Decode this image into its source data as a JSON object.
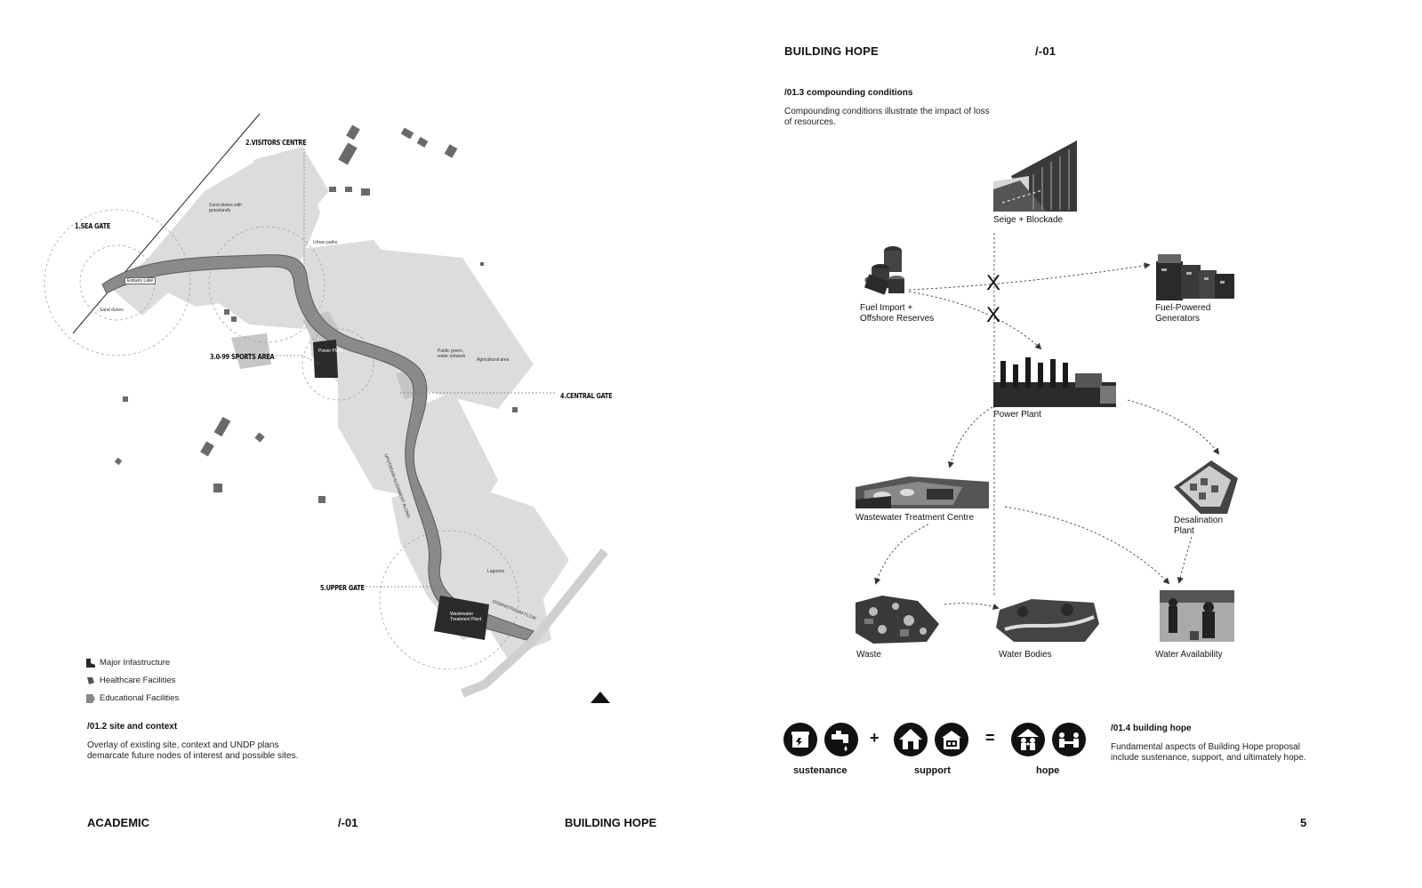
{
  "right_header": {
    "title": "BUILDING HOPE",
    "code": "/-01"
  },
  "section_013": {
    "title": "/01.3 compounding conditions",
    "desc_line1": "Compounding conditions illustrate the impact of loss",
    "desc_line2": "of resources."
  },
  "nodes": {
    "siege": "Seige + Blockade",
    "fuel_l1": "Fuel Import +",
    "fuel_l2": "Offshore Reserves",
    "generators_l1": "Fuel-Powered",
    "generators_l2": "Generators",
    "power": "Power Plant",
    "wastewater": "Wastewater Treatment Centre",
    "desal_l1": "Desalination",
    "desal_l2": "Plant",
    "waste": "Waste",
    "water_bodies": "Water Bodies",
    "water_avail": "Water Availability",
    "cross_mark": "X"
  },
  "map": {
    "gate1": "1.SEA GATE",
    "gate2": "2.VISITORS CENTRE",
    "gate3": "3.0-99 SPORTS AREA",
    "gate4": "4.CENTRAL GATE",
    "gate5": "5.UPPER GATE",
    "power_plant": "Power Plant",
    "wastewater_plant_l1": "Wastewater",
    "wastewater_plant_l2": "Treatment Plant",
    "estuary": "Estuary Lake",
    "sand_dunes": "Sand dunes",
    "sand_dunes_veg_l1": "Sand dunes with",
    "sand_dunes_veg_l2": "grasslands",
    "urban": "Urban paths",
    "agri": "Agricultural area",
    "lagoon": "Lagoons",
    "public_green_l1": "Public green,",
    "public_green_l2": "water network",
    "upstream": "UPSTREAM ALIGNMENT ALONG",
    "downstream": "DOWNSTREAM FLOW"
  },
  "legend": [
    {
      "label": "Major Infastructure"
    },
    {
      "label": "Healthcare Facilities"
    },
    {
      "label": "Educational Facilities"
    }
  ],
  "section_012": {
    "title": "/01.2 site and context",
    "desc_line1": "Overlay of existing site, context and UNDP plans",
    "desc_line2": "demarcate future nodes of interest and possible sites."
  },
  "equation": {
    "plus": "+",
    "equals": "=",
    "labels": [
      "sustenance",
      "support",
      "hope"
    ],
    "icons": [
      "food-icon",
      "water-tap-icon",
      "house-icon",
      "shelter-icon",
      "family-icon",
      "community-icon"
    ]
  },
  "section_014": {
    "title": "/01.4 building hope",
    "desc_line1": "Fundamental aspects of Building Hope proposal",
    "desc_line2": "include sustenance, support, and ultimately hope."
  },
  "footer": {
    "left": "ACADEMIC",
    "left_code": "/-01",
    "center": "BUILDING HOPE",
    "page": "5"
  },
  "colors": {
    "ink": "#111111",
    "map_grey": "#d9d9d9",
    "map_dark": "#2a2a2a"
  }
}
